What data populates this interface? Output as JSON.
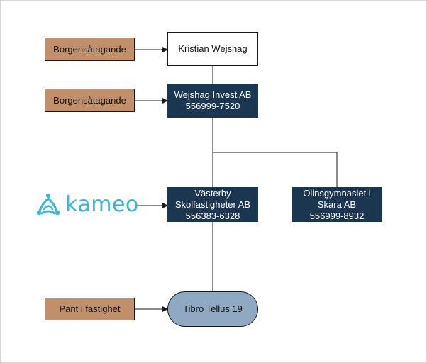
{
  "nodes": {
    "kristian": {
      "label": "Kristian Wejshag"
    },
    "wejshag_invest": {
      "lines": [
        "Wejshag Invest AB",
        "556999-7520"
      ]
    },
    "vasterby": {
      "lines": [
        "Västerby",
        "Skolfastigheter AB",
        "556383-6328"
      ]
    },
    "olinsgymnasiet": {
      "lines": [
        "Olinsgymnasiet i",
        "Skara AB",
        "556999-8932"
      ]
    },
    "tibro": {
      "label": "Tibro Tellus 19"
    }
  },
  "securities": {
    "borgen_1": {
      "label": "Borgensåtagande"
    },
    "borgen_2": {
      "label": "Borgensåtagande"
    },
    "pant": {
      "label": "Pant i fastighet"
    }
  },
  "lender": {
    "logo_text": "kameo",
    "icon": "kameo-logo-icon"
  },
  "colors": {
    "tan": "#c0906a",
    "navy": "#1a3651",
    "pill": "#8fa9c2",
    "brand": "#38b6d8",
    "line": "#1a1a1a"
  }
}
